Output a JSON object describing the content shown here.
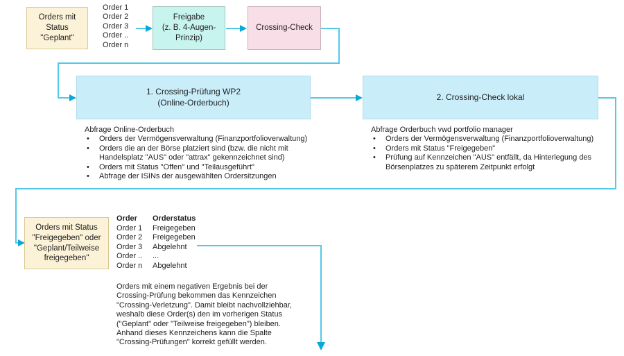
{
  "colors": {
    "line": "#52c9e8",
    "arrow": "#0ba7d8",
    "yellow_fill": "#fcf2d8",
    "yellow_border": "#d9c891",
    "teal_fill": "#c8f4f0",
    "teal_border": "#a3c0bd",
    "pink_fill": "#f8dee6",
    "pink_border": "#c9aeba",
    "blue_fill": "#c9eefa",
    "blue_border": "#b0daea",
    "text": "#1f1f1f"
  },
  "top_row": {
    "planned_box": "Orders mit\nStatus\n\"Geplant\"",
    "order_list": "Order 1\nOrder 2\nOrder 3\nOrder ..\nOrder n",
    "approval_box": "Freigabe\n(z. B. 4-Augen-\nPrinzip)",
    "crossing_check_box": "Crossing-Check"
  },
  "step1": {
    "title": "1. Crossing-Prüfung WP2\n(Online-Orderbuch)",
    "subtitle": "Abfrage Online-Orderbuch",
    "bullets": [
      "Orders der Vermögensverwaltung (Finanzportfolioverwaltung)",
      "Orders die an der Börse platziert sind (bzw. die nicht mit\nHandelsplatz \"AUS\" oder \"attrax\" gekennzeichnet sind)",
      "Orders mit Status \"Offen\" und \"Teilausgeführt\"",
      "Abfrage der ISINs der ausgewählten Ordersitzungen"
    ]
  },
  "step2": {
    "title": "2. Crossing-Check lokal",
    "subtitle": "Abfrage Orderbuch vwd portfolio manager",
    "bullets": [
      "Orders der Vermögensverwaltung (Finanzportfolioverwaltung)",
      "Orders mit Status \"Freigegeben\"",
      "Prüfung auf Kennzeichen \"AUS\" entfällt, da Hinterlegung des\nBörsenplatzes zu späterem Zeitpunkt erfolgt"
    ]
  },
  "result": {
    "status_box": "Orders mit Status\n\"Freigegeben\" oder\n\"Geplant/Teilweise\nfreigegeben\"",
    "table": {
      "headers": [
        "Order",
        "Orderstatus"
      ],
      "rows": [
        [
          "Order 1",
          "Freigegeben"
        ],
        [
          "Order 2",
          "Freigegeben"
        ],
        [
          "Order 3",
          "Abgelehnt"
        ],
        [
          "Order ..",
          "..."
        ],
        [
          "Order n",
          "Abgelehnt"
        ]
      ]
    },
    "note": "Orders mit einem negativen Ergebnis bei der\nCrossing-Prüfung bekommen das Kennzeichen\n\"Crossing-Verletzung\". Damit bleibt nachvollziehbar,\nweshalb diese Order(s) den im vorherigen Status\n(\"Geplant\" oder \"Teilweise freigegeben\") bleiben.\nAnhand dieses Kennzeichens kann die Spalte\n\"Crossing-Prüfungen\" korrekt gefüllt werden."
  }
}
